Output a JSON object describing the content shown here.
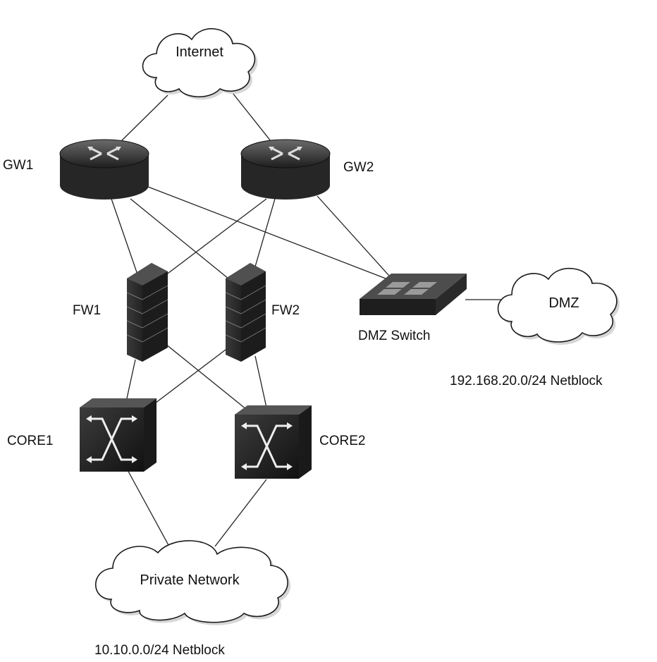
{
  "nodes": {
    "internet": "Internet",
    "gw1": "GW1",
    "gw2": "GW2",
    "fw1": "FW1",
    "fw2": "FW2",
    "dmz_switch": "DMZ Switch",
    "dmz": "DMZ",
    "dmz_netblock": "192.168.20.0/24 Netblock",
    "core1": "CORE1",
    "core2": "CORE2",
    "private_network": "Private Network",
    "private_netblock": "10.10.0.0/24 Netblock"
  },
  "links": [
    [
      "internet",
      "gw1"
    ],
    [
      "internet",
      "gw2"
    ],
    [
      "gw1",
      "fw1"
    ],
    [
      "gw1",
      "fw2"
    ],
    [
      "gw1",
      "dmz_switch"
    ],
    [
      "gw2",
      "fw1"
    ],
    [
      "gw2",
      "fw2"
    ],
    [
      "gw2",
      "dmz_switch"
    ],
    [
      "dmz_switch",
      "dmz"
    ],
    [
      "fw1",
      "core1"
    ],
    [
      "fw1",
      "core2"
    ],
    [
      "fw2",
      "core1"
    ],
    [
      "fw2",
      "core2"
    ],
    [
      "core1",
      "private_network"
    ],
    [
      "core2",
      "private_network"
    ]
  ],
  "icons": {
    "internet": "cloud-icon",
    "gw1": "router-icon",
    "gw2": "router-icon",
    "fw1": "firewall-icon",
    "fw2": "firewall-icon",
    "dmz_switch": "switch-icon",
    "dmz": "cloud-icon",
    "core1": "core-switch-icon",
    "core2": "core-switch-icon",
    "private_network": "cloud-icon"
  },
  "colors": {
    "device_dark": "#2b2b2b",
    "device_light": "#5a5a5a",
    "line": "#222222",
    "cloud_fill": "#ffffff"
  }
}
